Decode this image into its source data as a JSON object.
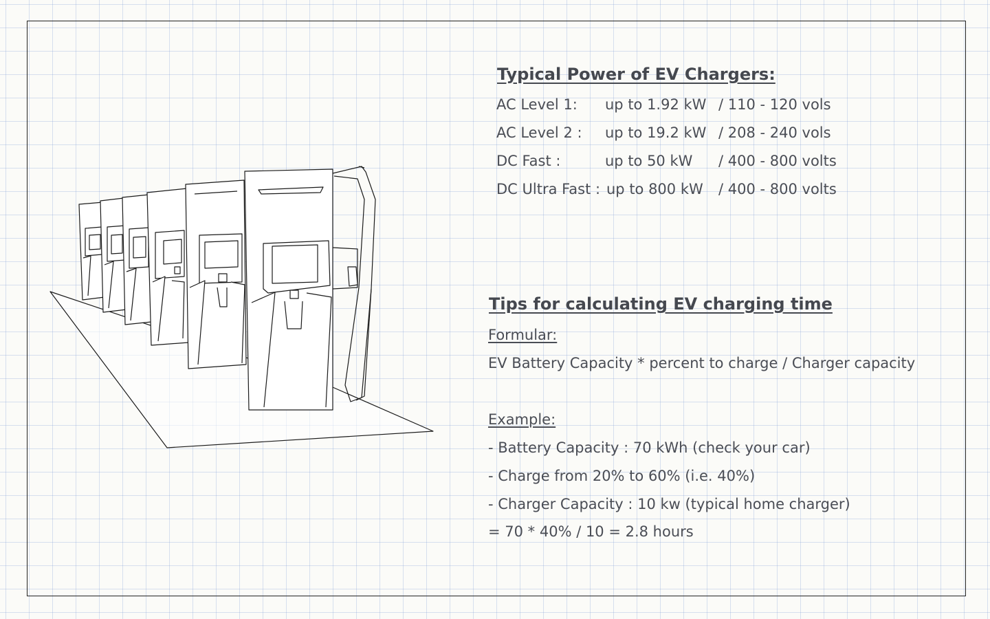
{
  "power_section": {
    "heading": "Typical Power of EV Chargers:",
    "rows": [
      {
        "type": "AC Level 1:",
        "power": "up to 1.92 kW",
        "voltage": "/ 110 - 120 vols"
      },
      {
        "type": "AC Level 2 :",
        "power": "up to 19.2 kW",
        "voltage": "/ 208 - 240 vols"
      },
      {
        "type": "DC Fast :",
        "power": "up to 50 kW",
        "voltage": "/ 400 - 800 volts"
      },
      {
        "type": "DC Ultra Fast :",
        "power": "up to 800 kW",
        "voltage": "/ 400 - 800 volts"
      }
    ]
  },
  "tips_section": {
    "heading": "Tips for calculating EV charging time",
    "formula_label": "Formular:",
    "formula": "EV Battery Capacity * percent to charge /  Charger capacity",
    "example_label": "Example:",
    "example_lines": [
      "- Battery Capacity : 70 kWh (check your car)",
      "- Charge from 20% to 60% (i.e. 40%)",
      "- Charger Capacity : 10 kw (typical home charger)",
      "= 70 * 40% / 10 = 2.8 hours"
    ]
  },
  "illustration": {
    "icon": "ev-charging-stations-drawing"
  },
  "colors": {
    "text": "#4a4d55",
    "grid": "#a9bde0",
    "frame": "#222222",
    "paper": "#fbfbf8"
  }
}
